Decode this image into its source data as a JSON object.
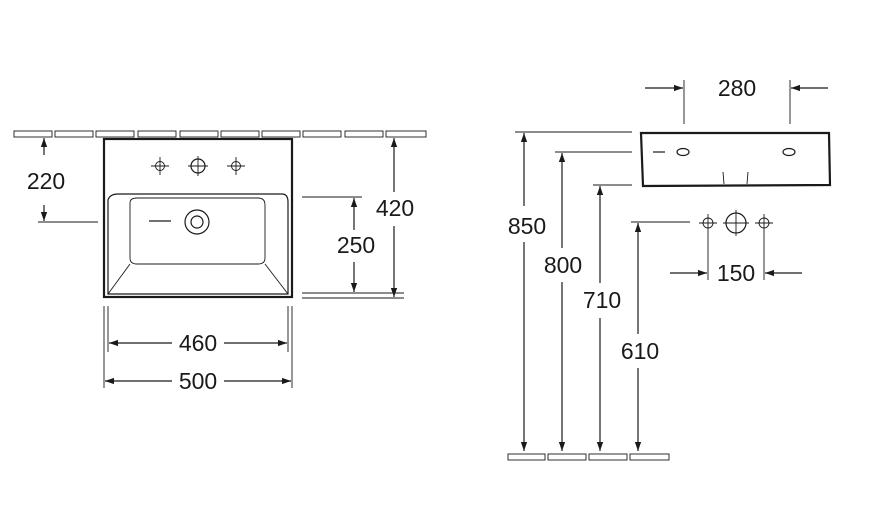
{
  "front_view": {
    "wall_height": "220",
    "bowl_depth": "250",
    "total_depth": "420",
    "inner_width": "460",
    "outer_width": "500"
  },
  "side_view": {
    "side_width": "280",
    "tap_spacing": "150",
    "height_850": "850",
    "height_800": "800",
    "height_710": "710",
    "height_610": "610"
  }
}
